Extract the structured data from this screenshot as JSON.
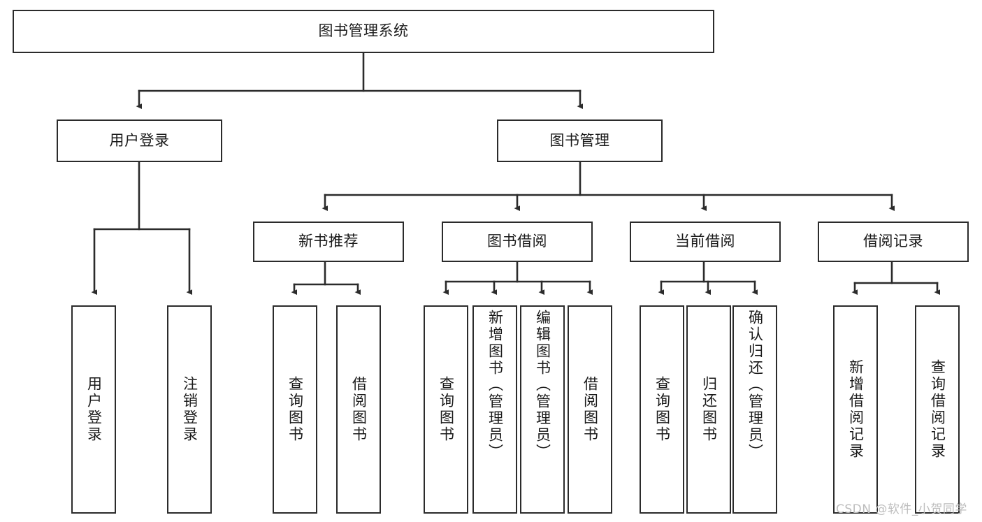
{
  "diagram": {
    "type": "tree-hierarchy",
    "title": "图书管理系统",
    "stroke_color": "#2b2b2b",
    "background_color": "#ffffff",
    "nodes": {
      "root": {
        "label": "图书管理系统"
      },
      "level2": [
        {
          "label": "用户登录"
        },
        {
          "label": "图书管理"
        }
      ],
      "level3": [
        {
          "label": "新书推荐"
        },
        {
          "label": "图书借阅"
        },
        {
          "label": "当前借阅"
        },
        {
          "label": "借阅记录"
        }
      ],
      "leaves_user_login": [
        {
          "label": "用户登录"
        },
        {
          "label": "注销登录"
        }
      ],
      "leaves_new_books": [
        {
          "label": "查询图书"
        },
        {
          "label": "借阅图书"
        }
      ],
      "leaves_book_borrow": [
        {
          "label": "查询图书"
        },
        {
          "label": "新增图书（管理员）"
        },
        {
          "label": "编辑图书（管理员）"
        },
        {
          "label": "借阅图书"
        }
      ],
      "leaves_current_borrow": [
        {
          "label": "查询图书"
        },
        {
          "label": "归还图书"
        },
        {
          "label": "确认归还（管理员）"
        }
      ],
      "leaves_borrow_records": [
        {
          "label": "新增借阅记录"
        },
        {
          "label": "查询借阅记录"
        }
      ]
    },
    "edges": [
      {
        "from": "图书管理系统",
        "to": "用户登录"
      },
      {
        "from": "图书管理系统",
        "to": "图书管理"
      },
      {
        "from": "用户登录",
        "to": "用户登录"
      },
      {
        "from": "用户登录",
        "to": "注销登录"
      },
      {
        "from": "图书管理",
        "to": "新书推荐"
      },
      {
        "from": "图书管理",
        "to": "图书借阅"
      },
      {
        "from": "图书管理",
        "to": "当前借阅"
      },
      {
        "from": "图书管理",
        "to": "借阅记录"
      },
      {
        "from": "新书推荐",
        "to": "查询图书"
      },
      {
        "from": "新书推荐",
        "to": "借阅图书"
      },
      {
        "from": "图书借阅",
        "to": "查询图书"
      },
      {
        "from": "图书借阅",
        "to": "新增图书（管理员）"
      },
      {
        "from": "图书借阅",
        "to": "编辑图书（管理员）"
      },
      {
        "from": "图书借阅",
        "to": "借阅图书"
      },
      {
        "from": "当前借阅",
        "to": "查询图书"
      },
      {
        "from": "当前借阅",
        "to": "归还图书"
      },
      {
        "from": "当前借阅",
        "to": "确认归还（管理员）"
      },
      {
        "from": "借阅记录",
        "to": "新增借阅记录"
      },
      {
        "from": "借阅记录",
        "to": "查询借阅记录"
      }
    ]
  },
  "watermark": {
    "text": "CSDN @软件_小贺同学"
  }
}
